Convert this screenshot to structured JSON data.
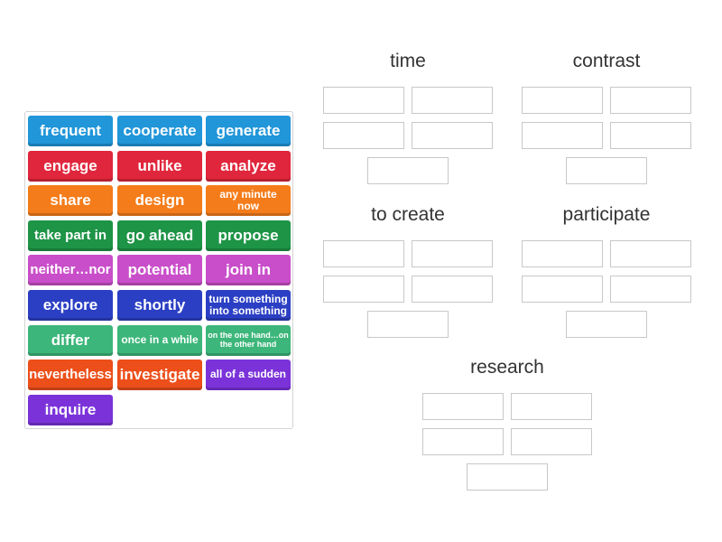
{
  "tiles": [
    {
      "label": "frequent",
      "color": "#2196d9"
    },
    {
      "label": "cooperate",
      "color": "#2196d9"
    },
    {
      "label": "generate",
      "color": "#2196d9"
    },
    {
      "label": "engage",
      "color": "#e0263c"
    },
    {
      "label": "unlike",
      "color": "#e0263c"
    },
    {
      "label": "analyze",
      "color": "#e0263c"
    },
    {
      "label": "share",
      "color": "#f57c1a"
    },
    {
      "label": "design",
      "color": "#f57c1a"
    },
    {
      "label": "any minute now",
      "color": "#f57c1a"
    },
    {
      "label": "take part in",
      "color": "#1e9446"
    },
    {
      "label": "go ahead",
      "color": "#1e9446"
    },
    {
      "label": "propose",
      "color": "#1e9446"
    },
    {
      "label": "neither…nor",
      "color": "#c94ec9"
    },
    {
      "label": "potential",
      "color": "#c94ec9"
    },
    {
      "label": "join in",
      "color": "#c94ec9"
    },
    {
      "label": "explore",
      "color": "#2b3fc4"
    },
    {
      "label": "shortly",
      "color": "#2b3fc4"
    },
    {
      "label": "turn something into something",
      "color": "#2b3fc4"
    },
    {
      "label": "differ",
      "color": "#3cb67a"
    },
    {
      "label": "once in a while",
      "color": "#3cb67a"
    },
    {
      "label": "on the one hand…on the other hand",
      "color": "#3cb67a"
    },
    {
      "label": "nevertheless",
      "color": "#ec4f1a"
    },
    {
      "label": "investigate",
      "color": "#ec4f1a"
    },
    {
      "label": "all of a sudden",
      "color": "#7b33d9"
    },
    {
      "label": "inquire",
      "color": "#7b33d9"
    }
  ],
  "groups": [
    {
      "title": "time"
    },
    {
      "title": "contrast"
    },
    {
      "title": "to create"
    },
    {
      "title": "participate"
    },
    {
      "title": "research"
    }
  ]
}
